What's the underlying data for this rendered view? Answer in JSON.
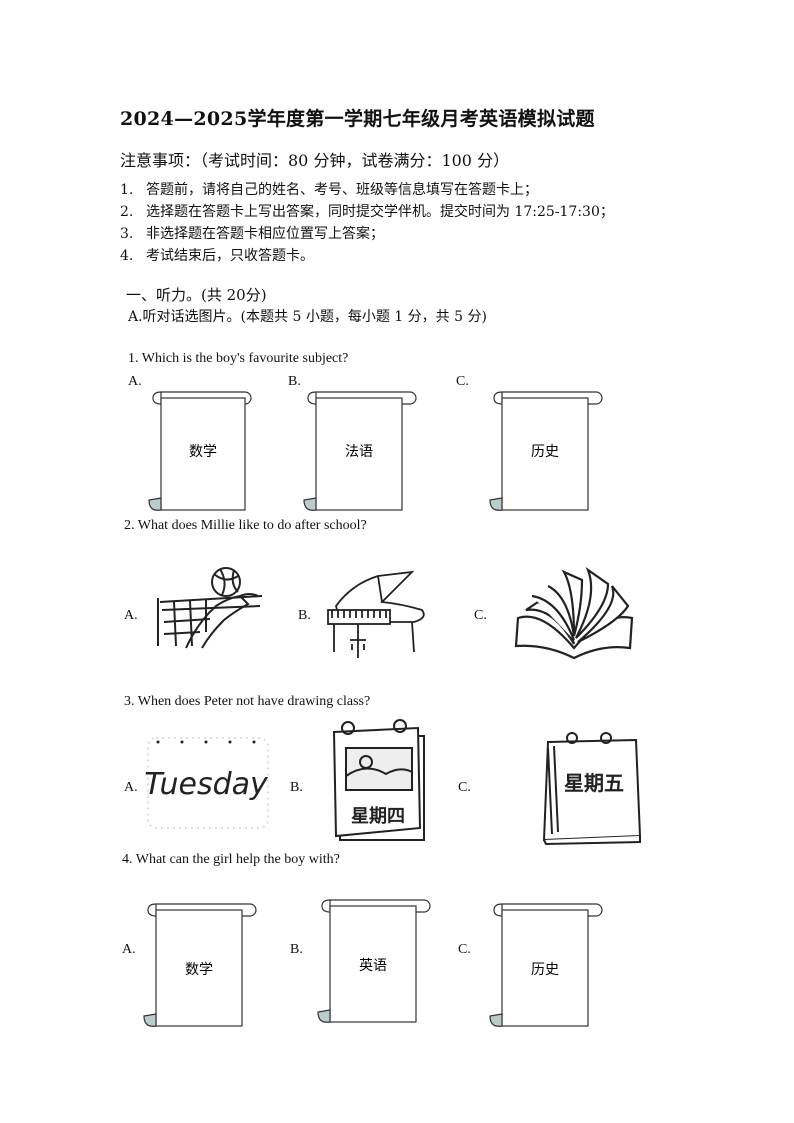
{
  "title": "2024—2025学年度第一学期七年级月考英语模拟试题",
  "notice": "注意事项：（考试时间：80 分钟，试卷满分：100 分）",
  "notes": [
    {
      "num": "1.",
      "text": "答题前，请将自己的姓名、考号、班级等信息填写在答题卡上；"
    },
    {
      "num": "2.",
      "text": "选择题在答题卡上写出答案，同时提交学伴机。提交时间为 17:25-17:30；"
    },
    {
      "num": "3.",
      "text": "非选择题在答题卡相应位置写上答案；"
    },
    {
      "num": "4.",
      "text": "考试结束后，只收答题卡。"
    }
  ],
  "section1": "一、听力。(共 20分)",
  "partA": "A.听对话选图片。(本题共 5 小题，每小题 1 分，共 5 分)",
  "questions": [
    {
      "text": "1. Which is the boy's favourite subject?",
      "options": [
        "A.",
        "B.",
        "C."
      ],
      "labels": [
        "数学",
        "法语",
        "历史"
      ]
    },
    {
      "text": "2. What does Millie like to do after school?",
      "options": [
        "A.",
        "B.",
        "C."
      ]
    },
    {
      "text": "3. When does Peter not have drawing class?",
      "options": [
        "A.",
        "B.",
        "C."
      ],
      "labels": [
        "Tuesday",
        "星期四",
        "星期五"
      ]
    },
    {
      "text": "4. What can the girl help the boy with?",
      "options": [
        "A.",
        "B.",
        "C."
      ],
      "labels": [
        "数学",
        "英语",
        "历史"
      ]
    }
  ]
}
